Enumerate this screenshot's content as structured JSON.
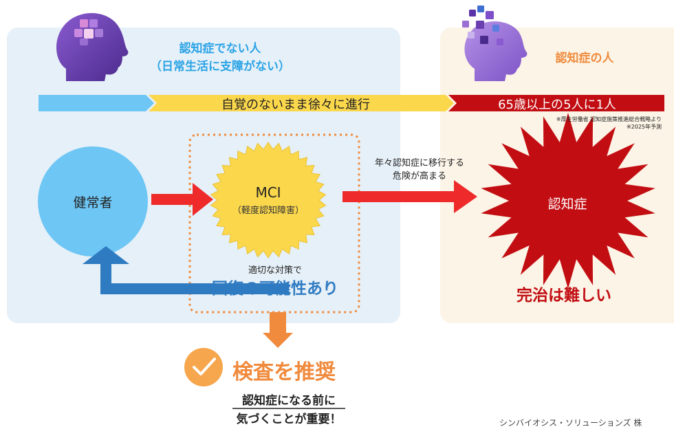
{
  "normal_person": {
    "title_line1": "認知症でない人",
    "title_line2": "（日常生活に支障がない）"
  },
  "dementia_person": {
    "title": "認知症の人"
  },
  "progress_banner": {
    "left_text": "自覚のないまま徐々に進行",
    "right_text": "65歳以上の5人に1人",
    "note_line1": "※厚生労働省  認知症施策推進総合戦略より",
    "note_line2": "※2025年予測"
  },
  "stages": {
    "healthy": "健常者",
    "mci": "MCI",
    "mci_sub": "（軽度認知障害）",
    "dementia": "認知症"
  },
  "transition": {
    "risk_line1": "年々認知症に移行する",
    "risk_line2": "危険が高まる"
  },
  "recovery": {
    "measures": "適切な対策で",
    "possibility": "回復の可能性あり"
  },
  "outcome": {
    "cure": "完治は難しい"
  },
  "recommendation": {
    "label": "検査を推奨",
    "notice_line1": "認知症になる前に",
    "notice_line2": "気づくことが重要！"
  },
  "footer": {
    "company": "シンバイオシス・ソリューションズ 株"
  },
  "colors": {
    "light_blue": "#6ec6f5",
    "yellow": "#fbd74c",
    "dark_red": "#c20e13",
    "bright_red": "#ee2a2a",
    "blue_arrow": "#2f7bc2",
    "orange": "#f08a3c",
    "purple": "#6b3fb0"
  },
  "icons": [
    "head-with-brain-puzzle-icon",
    "head-with-scattered-puzzle-icon",
    "checkmark-icon"
  ]
}
